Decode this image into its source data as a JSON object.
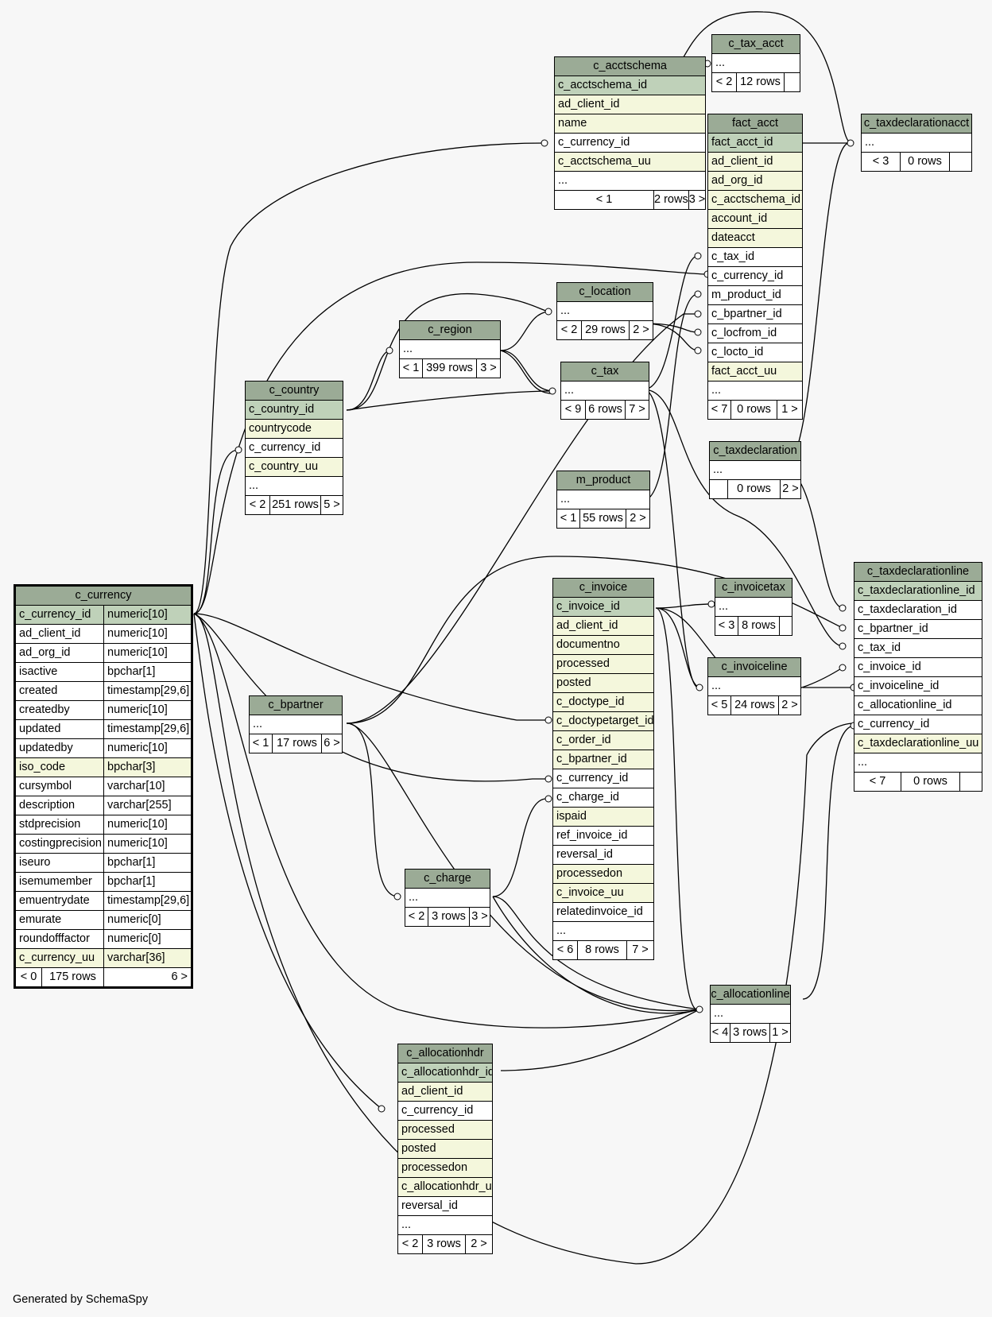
{
  "footer": "Generated by SchemaSpy",
  "colors": {
    "background": "#f7f7f7",
    "header": "#9bab96",
    "primary_key": "#bfd1b9",
    "indexed": "#f4f7dc",
    "plain": "#ffffff"
  },
  "tables": [
    {
      "name": "c_currency",
      "main": true,
      "rows": [
        {
          "cells": [
            "c_currency_id",
            "numeric[10]"
          ],
          "kind": "pk"
        },
        {
          "cells": [
            "ad_client_id",
            "numeric[10]"
          ],
          "kind": "plain"
        },
        {
          "cells": [
            "ad_org_id",
            "numeric[10]"
          ],
          "kind": "plain"
        },
        {
          "cells": [
            "isactive",
            "bpchar[1]"
          ],
          "kind": "plain"
        },
        {
          "cells": [
            "created",
            "timestamp[29,6]"
          ],
          "kind": "plain"
        },
        {
          "cells": [
            "createdby",
            "numeric[10]"
          ],
          "kind": "plain"
        },
        {
          "cells": [
            "updated",
            "timestamp[29,6]"
          ],
          "kind": "plain"
        },
        {
          "cells": [
            "updatedby",
            "numeric[10]"
          ],
          "kind": "plain"
        },
        {
          "cells": [
            "iso_code",
            "bpchar[3]"
          ],
          "kind": "idx"
        },
        {
          "cells": [
            "cursymbol",
            "varchar[10]"
          ],
          "kind": "plain"
        },
        {
          "cells": [
            "description",
            "varchar[255]"
          ],
          "kind": "plain"
        },
        {
          "cells": [
            "stdprecision",
            "numeric[10]"
          ],
          "kind": "plain"
        },
        {
          "cells": [
            "costingprecision",
            "numeric[10]"
          ],
          "kind": "plain"
        },
        {
          "cells": [
            "iseuro",
            "bpchar[1]"
          ],
          "kind": "plain"
        },
        {
          "cells": [
            "isemumember",
            "bpchar[1]"
          ],
          "kind": "plain"
        },
        {
          "cells": [
            "emuentrydate",
            "timestamp[29,6]"
          ],
          "kind": "plain"
        },
        {
          "cells": [
            "emurate",
            "numeric[0]"
          ],
          "kind": "plain"
        },
        {
          "cells": [
            "roundofffactor",
            "numeric[0]"
          ],
          "kind": "plain"
        },
        {
          "cells": [
            "c_currency_uu",
            "varchar[36]"
          ],
          "kind": "idx"
        }
      ],
      "footer": [
        "< 0",
        "175 rows",
        "6 >"
      ]
    },
    {
      "name": "c_acctschema",
      "rows": [
        {
          "cells": [
            "c_acctschema_id"
          ],
          "kind": "pk"
        },
        {
          "cells": [
            "ad_client_id"
          ],
          "kind": "idx"
        },
        {
          "cells": [
            "name"
          ],
          "kind": "idx"
        },
        {
          "cells": [
            "c_currency_id"
          ],
          "kind": "plain"
        },
        {
          "cells": [
            "c_acctschema_uu"
          ],
          "kind": "idx"
        },
        {
          "cells": [
            "..."
          ],
          "kind": "plain"
        }
      ],
      "footer": [
        "< 1",
        "2 rows",
        "3 >"
      ]
    },
    {
      "name": "c_tax_acct",
      "rows": [
        {
          "cells": [
            "..."
          ],
          "kind": "plain"
        }
      ],
      "footer": [
        "< 2",
        "12 rows",
        ""
      ]
    },
    {
      "name": "fact_acct",
      "rows": [
        {
          "cells": [
            "fact_acct_id"
          ],
          "kind": "pk"
        },
        {
          "cells": [
            "ad_client_id"
          ],
          "kind": "idx"
        },
        {
          "cells": [
            "ad_org_id"
          ],
          "kind": "idx"
        },
        {
          "cells": [
            "c_acctschema_id"
          ],
          "kind": "idx"
        },
        {
          "cells": [
            "account_id"
          ],
          "kind": "idx"
        },
        {
          "cells": [
            "dateacct"
          ],
          "kind": "idx"
        },
        {
          "cells": [
            "c_tax_id"
          ],
          "kind": "plain"
        },
        {
          "cells": [
            "c_currency_id"
          ],
          "kind": "plain"
        },
        {
          "cells": [
            "m_product_id"
          ],
          "kind": "plain"
        },
        {
          "cells": [
            "c_bpartner_id"
          ],
          "kind": "plain"
        },
        {
          "cells": [
            "c_locfrom_id"
          ],
          "kind": "plain"
        },
        {
          "cells": [
            "c_locto_id"
          ],
          "kind": "plain"
        },
        {
          "cells": [
            "fact_acct_uu"
          ],
          "kind": "idx"
        },
        {
          "cells": [
            "..."
          ],
          "kind": "plain"
        }
      ],
      "footer": [
        "< 7",
        "0 rows",
        "1 >"
      ]
    },
    {
      "name": "c_taxdeclarationacct",
      "rows": [
        {
          "cells": [
            "..."
          ],
          "kind": "plain"
        }
      ],
      "footer": [
        "< 3",
        "0 rows",
        ""
      ]
    },
    {
      "name": "c_location",
      "rows": [
        {
          "cells": [
            "..."
          ],
          "kind": "plain"
        }
      ],
      "footer": [
        "< 2",
        "29 rows",
        "2 >"
      ]
    },
    {
      "name": "c_region",
      "rows": [
        {
          "cells": [
            "..."
          ],
          "kind": "plain"
        }
      ],
      "footer": [
        "< 1",
        "399 rows",
        "3 >"
      ]
    },
    {
      "name": "c_tax",
      "rows": [
        {
          "cells": [
            "..."
          ],
          "kind": "plain"
        }
      ],
      "footer": [
        "< 9",
        "6 rows",
        "7 >"
      ]
    },
    {
      "name": "c_country",
      "rows": [
        {
          "cells": [
            "c_country_id"
          ],
          "kind": "pk"
        },
        {
          "cells": [
            "countrycode"
          ],
          "kind": "idx"
        },
        {
          "cells": [
            "c_currency_id"
          ],
          "kind": "plain"
        },
        {
          "cells": [
            "c_country_uu"
          ],
          "kind": "idx"
        },
        {
          "cells": [
            "..."
          ],
          "kind": "plain"
        }
      ],
      "footer": [
        "< 2",
        "251 rows",
        "5 >"
      ]
    },
    {
      "name": "c_taxdeclaration",
      "rows": [
        {
          "cells": [
            "..."
          ],
          "kind": "plain"
        }
      ],
      "footer": [
        "",
        "0 rows",
        "2 >"
      ]
    },
    {
      "name": "m_product",
      "rows": [
        {
          "cells": [
            "..."
          ],
          "kind": "plain"
        }
      ],
      "footer": [
        "< 1",
        "55 rows",
        "2 >"
      ]
    },
    {
      "name": "c_taxdeclarationline",
      "rows": [
        {
          "cells": [
            "c_taxdeclarationline_id"
          ],
          "kind": "pk"
        },
        {
          "cells": [
            "c_taxdeclaration_id"
          ],
          "kind": "plain"
        },
        {
          "cells": [
            "c_bpartner_id"
          ],
          "kind": "plain"
        },
        {
          "cells": [
            "c_tax_id"
          ],
          "kind": "plain"
        },
        {
          "cells": [
            "c_invoice_id"
          ],
          "kind": "plain"
        },
        {
          "cells": [
            "c_invoiceline_id"
          ],
          "kind": "plain"
        },
        {
          "cells": [
            "c_allocationline_id"
          ],
          "kind": "plain"
        },
        {
          "cells": [
            "c_currency_id"
          ],
          "kind": "plain"
        },
        {
          "cells": [
            "c_taxdeclarationline_uu"
          ],
          "kind": "idx"
        },
        {
          "cells": [
            "..."
          ],
          "kind": "plain"
        }
      ],
      "footer": [
        "< 7",
        "0 rows",
        ""
      ]
    },
    {
      "name": "c_invoice",
      "rows": [
        {
          "cells": [
            "c_invoice_id"
          ],
          "kind": "pk"
        },
        {
          "cells": [
            "ad_client_id"
          ],
          "kind": "idx"
        },
        {
          "cells": [
            "documentno"
          ],
          "kind": "idx"
        },
        {
          "cells": [
            "processed"
          ],
          "kind": "idx"
        },
        {
          "cells": [
            "posted"
          ],
          "kind": "idx"
        },
        {
          "cells": [
            "c_doctype_id"
          ],
          "kind": "idx"
        },
        {
          "cells": [
            "c_doctypetarget_id"
          ],
          "kind": "idx"
        },
        {
          "cells": [
            "c_order_id"
          ],
          "kind": "idx"
        },
        {
          "cells": [
            "c_bpartner_id"
          ],
          "kind": "idx"
        },
        {
          "cells": [
            "c_currency_id"
          ],
          "kind": "plain"
        },
        {
          "cells": [
            "c_charge_id"
          ],
          "kind": "plain"
        },
        {
          "cells": [
            "ispaid"
          ],
          "kind": "idx"
        },
        {
          "cells": [
            "ref_invoice_id"
          ],
          "kind": "plain"
        },
        {
          "cells": [
            "reversal_id"
          ],
          "kind": "plain"
        },
        {
          "cells": [
            "processedon"
          ],
          "kind": "idx"
        },
        {
          "cells": [
            "c_invoice_uu"
          ],
          "kind": "idx"
        },
        {
          "cells": [
            "relatedinvoice_id"
          ],
          "kind": "plain"
        },
        {
          "cells": [
            "..."
          ],
          "kind": "plain"
        }
      ],
      "footer": [
        "< 6",
        "8 rows",
        "7 >"
      ]
    },
    {
      "name": "c_invoicetax",
      "rows": [
        {
          "cells": [
            "..."
          ],
          "kind": "plain"
        }
      ],
      "footer": [
        "< 3",
        "8 rows",
        ""
      ]
    },
    {
      "name": "c_invoiceline",
      "rows": [
        {
          "cells": [
            "..."
          ],
          "kind": "plain"
        }
      ],
      "footer": [
        "< 5",
        "24 rows",
        "2 >"
      ]
    },
    {
      "name": "c_bpartner",
      "rows": [
        {
          "cells": [
            "..."
          ],
          "kind": "plain"
        }
      ],
      "footer": [
        "< 1",
        "17 rows",
        "6 >"
      ]
    },
    {
      "name": "c_charge",
      "rows": [
        {
          "cells": [
            "..."
          ],
          "kind": "plain"
        }
      ],
      "footer": [
        "< 2",
        "3 rows",
        "3 >"
      ]
    },
    {
      "name": "c_allocationline",
      "rows": [
        {
          "cells": [
            "..."
          ],
          "kind": "plain"
        }
      ],
      "footer": [
        "< 4",
        "3 rows",
        "1 >"
      ]
    },
    {
      "name": "c_allocationhdr",
      "rows": [
        {
          "cells": [
            "c_allocationhdr_id"
          ],
          "kind": "pk"
        },
        {
          "cells": [
            "ad_client_id"
          ],
          "kind": "idx"
        },
        {
          "cells": [
            "c_currency_id"
          ],
          "kind": "plain"
        },
        {
          "cells": [
            "processed"
          ],
          "kind": "idx"
        },
        {
          "cells": [
            "posted"
          ],
          "kind": "idx"
        },
        {
          "cells": [
            "processedon"
          ],
          "kind": "idx"
        },
        {
          "cells": [
            "c_allocationhdr_uu"
          ],
          "kind": "idx"
        },
        {
          "cells": [
            "reversal_id"
          ],
          "kind": "plain"
        },
        {
          "cells": [
            "..."
          ],
          "kind": "plain"
        }
      ],
      "footer": [
        "< 2",
        "3 rows",
        "2 >"
      ]
    }
  ]
}
